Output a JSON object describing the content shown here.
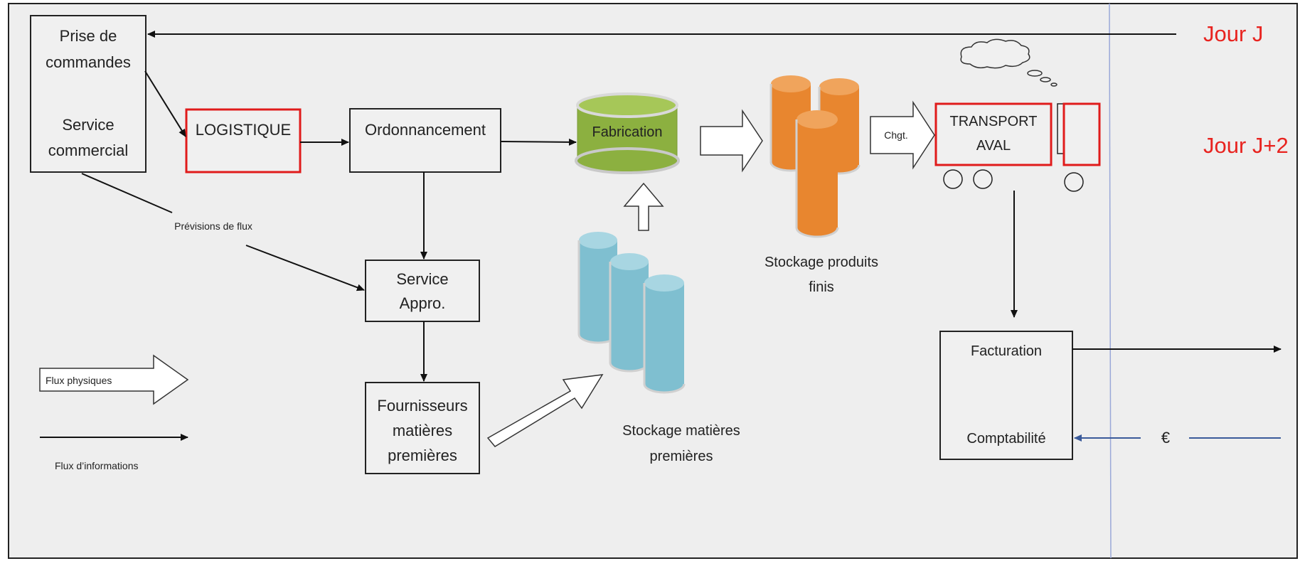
{
  "boxes": {
    "prise_line1": "Prise de",
    "prise_line2": "commandes",
    "service_line1": "Service",
    "service_line2": "commercial",
    "logistique": "LOGISTIQUE",
    "ordonnancement": "Ordonnancement",
    "fabrication": "Fabrication",
    "appro_line1": "Service",
    "appro_line2": "Appro.",
    "fourn_line1": "Fournisseurs",
    "fourn_line2": "matières",
    "fourn_line3": "premières",
    "transport_line1": "TRANSPORT",
    "transport_line2": "AVAL",
    "facturation": "Facturation",
    "comptabilite": "Comptabilité"
  },
  "labels": {
    "jour_j": "Jour J",
    "jour_j2": "Jour J+2",
    "previsions": "Prévisions de flux",
    "chgt": "Chgt.",
    "stock_pf_line1": "Stockage produits",
    "stock_pf_line2": "finis",
    "stock_mp_line1": "Stockage matières",
    "stock_mp_line2": "premières",
    "euro": "€"
  },
  "legend": {
    "physiques": "Flux physiques",
    "informations": "Flux d’informations"
  },
  "colors": {
    "red": "#e8231f",
    "green": "#8cb040",
    "orange": "#e8862f",
    "blue": "#7fbfd0",
    "divider": "#9aa8d8"
  }
}
